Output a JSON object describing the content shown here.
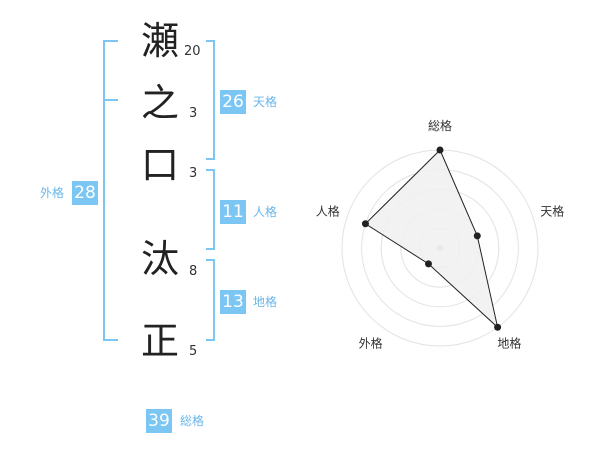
{
  "name": {
    "characters": [
      {
        "char": "瀬",
        "strokes": "20"
      },
      {
        "char": "之",
        "strokes": "3"
      },
      {
        "char": "口",
        "strokes": "3"
      },
      {
        "char": "汰",
        "strokes": "8"
      },
      {
        "char": "正",
        "strokes": "5"
      }
    ]
  },
  "fortunes": {
    "tenkaku": {
      "value": "26",
      "label": "天格"
    },
    "jinkaku": {
      "value": "11",
      "label": "人格"
    },
    "chikaku": {
      "value": "13",
      "label": "地格"
    },
    "gaikaku": {
      "value": "28",
      "label": "外格"
    },
    "soukaku": {
      "value": "39",
      "label": "総格"
    }
  },
  "colors": {
    "accent": "#7cc6f4",
    "accent_text": "#6ab6ea",
    "ring": "#e2e2e2",
    "polygon_fill": "#f0f0f0",
    "line": "#222222"
  },
  "chart_data": {
    "type": "radar",
    "axes": [
      "総格",
      "天格",
      "地格",
      "外格",
      "人格"
    ],
    "values": [
      5,
      2,
      5,
      1,
      4
    ],
    "max": 5,
    "rings": 5
  }
}
